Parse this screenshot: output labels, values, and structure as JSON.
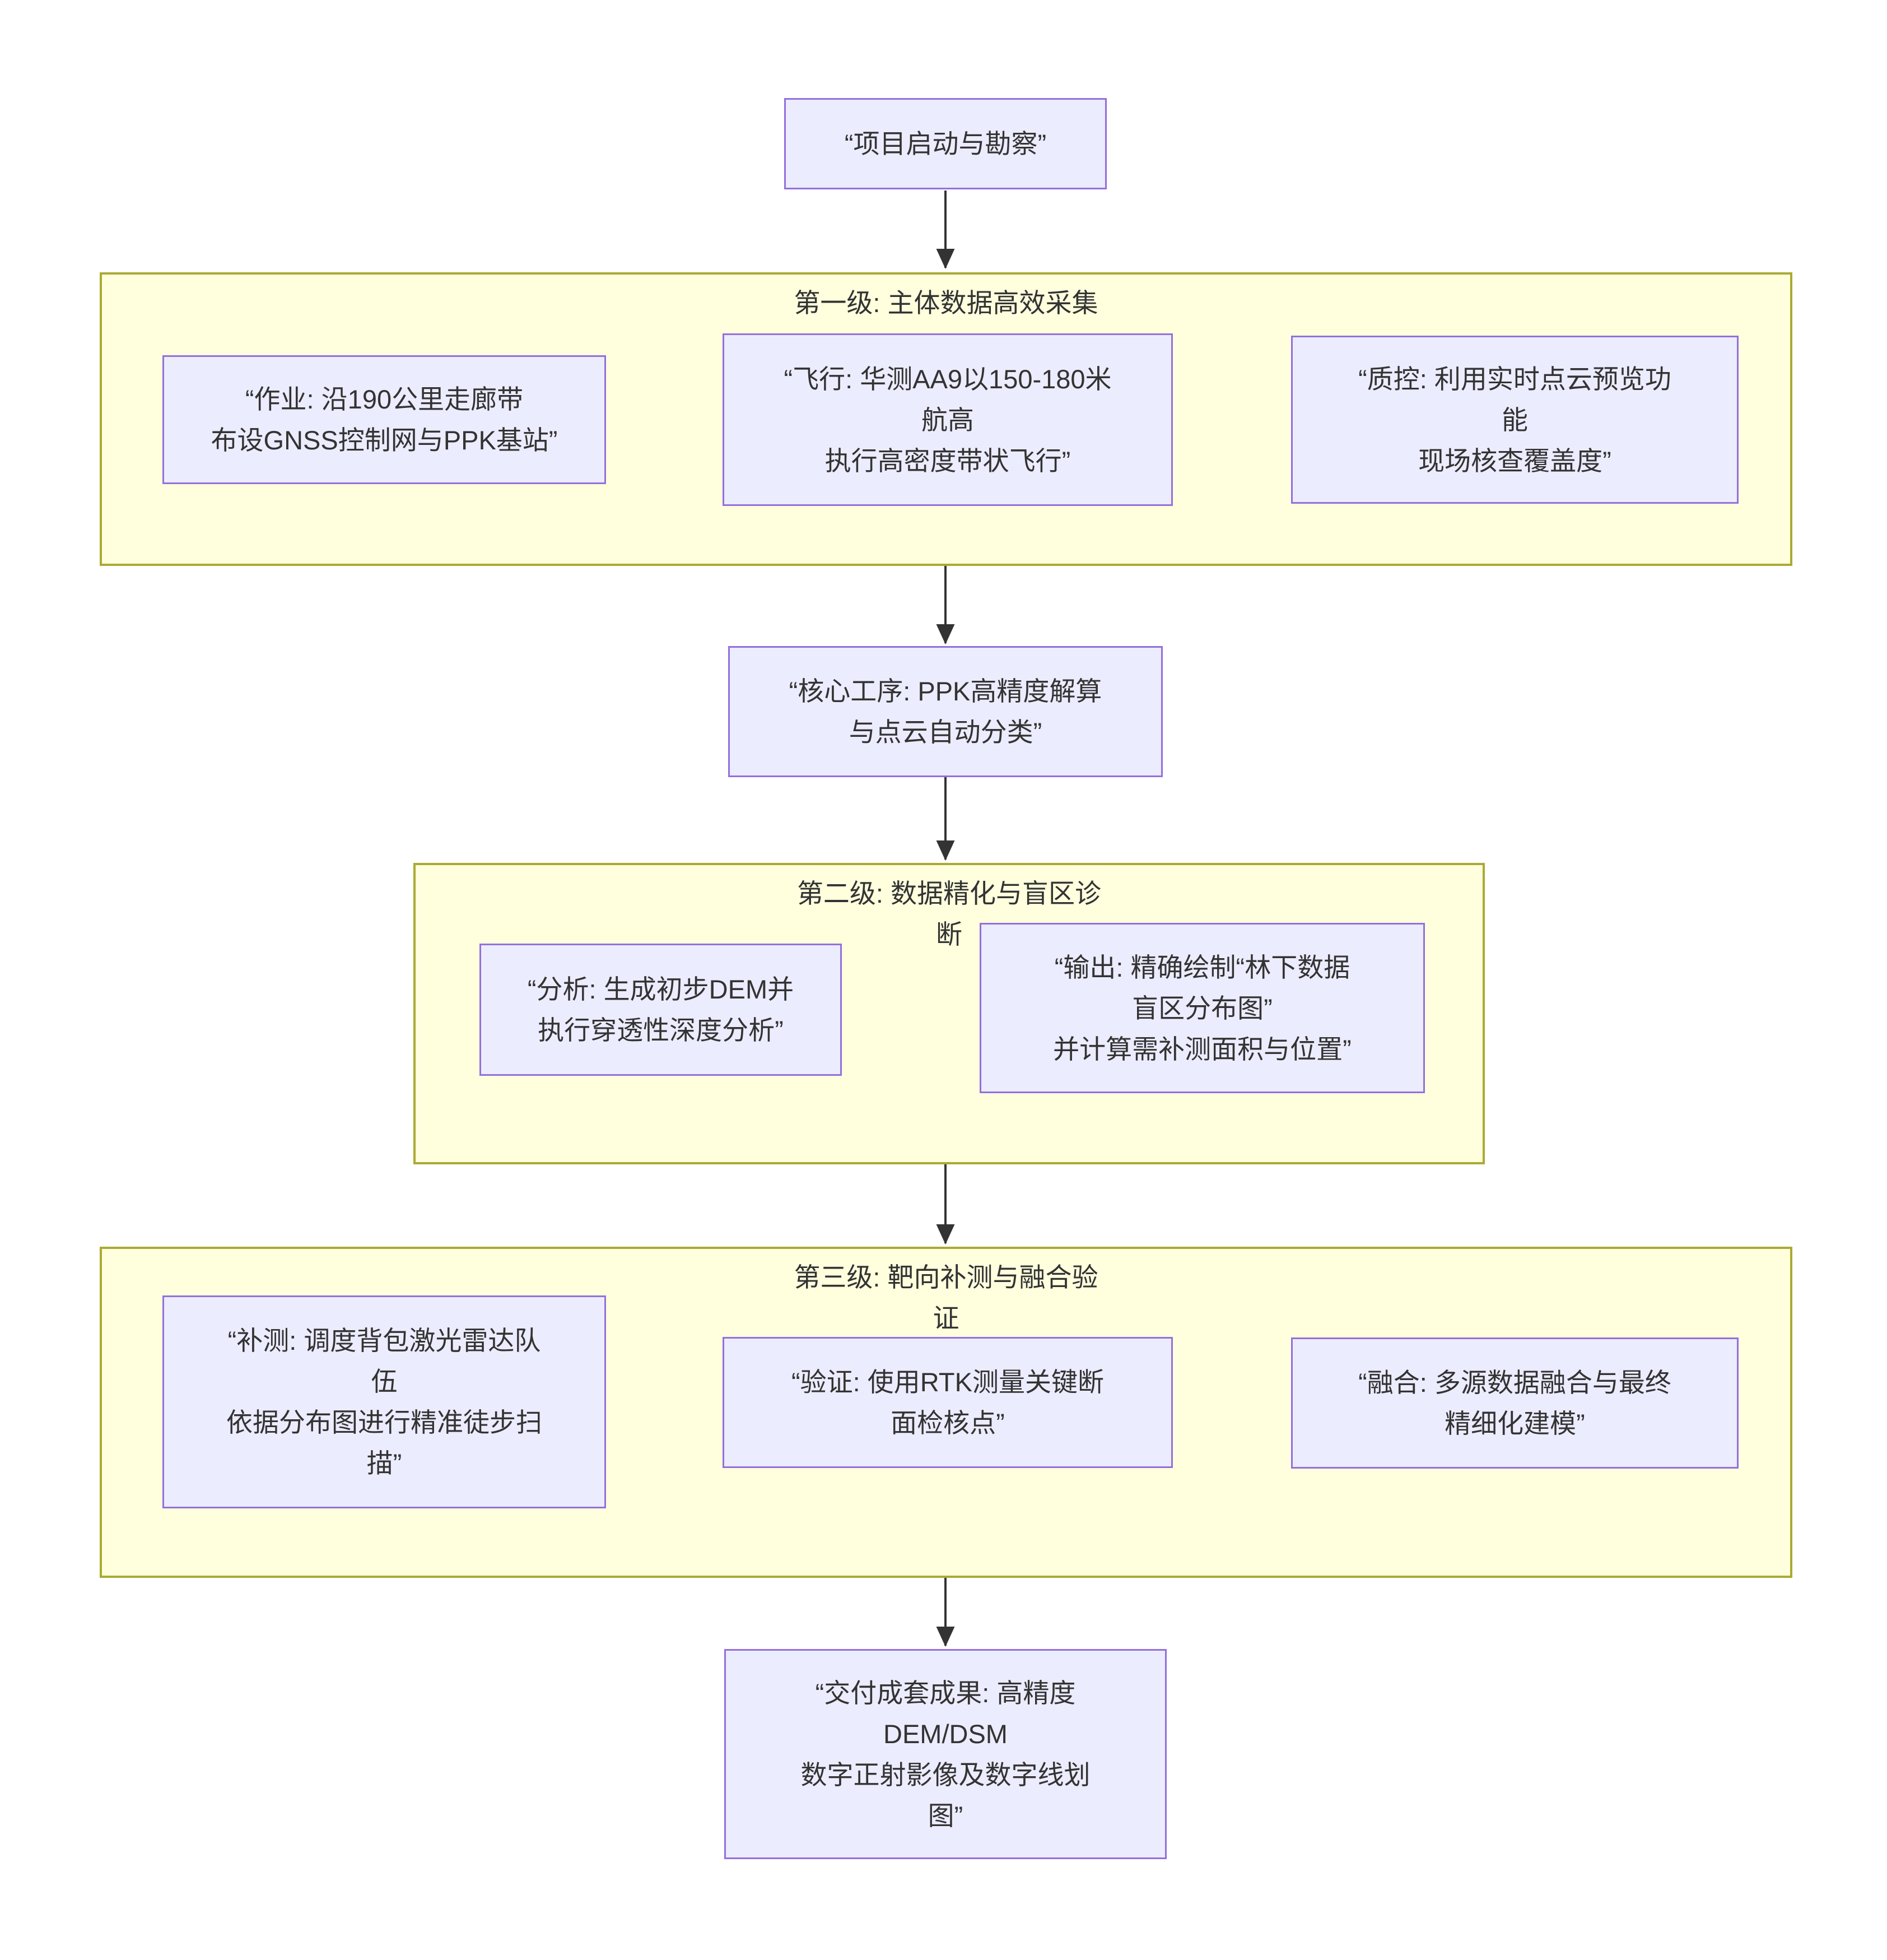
{
  "colors": {
    "node_fill": "#ECECFF",
    "node_border": "#9370DB",
    "cluster_fill": "#FFFFDE",
    "cluster_border": "#AAAA33",
    "edge": "#333333",
    "text": "#333333"
  },
  "flowchart": {
    "start": {
      "label": "“项目启动与勘察”"
    },
    "stage1": {
      "title": "第一级: 主体数据高效采集",
      "survey": {
        "label": "“作业: 沿190公里走廊带\n布设GNSS控制网与PPK基站”"
      },
      "flight": {
        "label": "“飞行: 华测AA9以150-180米\n航高\n执行高密度带状飞行”"
      },
      "qc": {
        "label": "“质控: 利用实时点云预览功\n能\n现场核查覆盖度”"
      }
    },
    "core": {
      "label": "“核心工序: PPK高精度解算\n与点云自动分类”"
    },
    "stage2": {
      "title": "第二级: 数据精化与盲区诊\n断",
      "analysis": {
        "label": "“分析: 生成初步DEM并\n执行穿透性深度分析”"
      },
      "output": {
        "label": "“输出: 精确绘制“林下数据\n盲区分布图”\n并计算需补测面积与位置”"
      }
    },
    "stage3": {
      "title": "第三级: 靶向补测与融合验\n证",
      "resurvey": {
        "label": "“补测: 调度背包激光雷达队\n伍\n依据分布图进行精准徒步扫\n描”"
      },
      "verify": {
        "label": "“验证: 使用RTK测量关键断\n面检核点”"
      },
      "fusion": {
        "label": "“融合: 多源数据融合与最终\n精细化建模”"
      }
    },
    "deliver": {
      "label": "“交付成套成果: 高精度\nDEM/DSM\n数字正射影像及数字线划\n图”"
    }
  }
}
